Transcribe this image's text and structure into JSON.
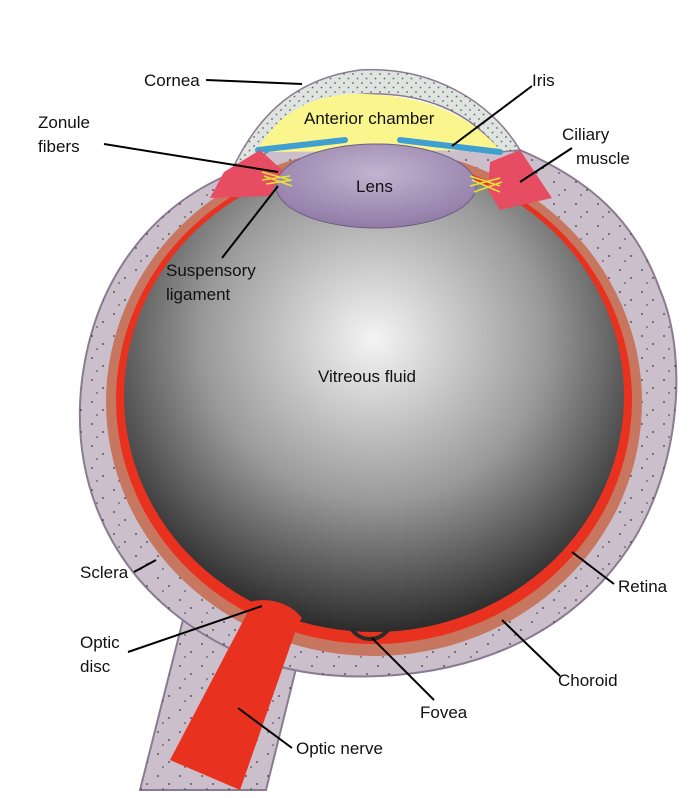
{
  "labels": {
    "cornea": "Cornea",
    "iris": "Iris",
    "zonule_fibers": [
      "Zonule",
      "fibers"
    ],
    "anterior_chamber": "Anterior chamber",
    "ciliary_muscle": [
      "Ciliary",
      "muscle"
    ],
    "lens": "Lens",
    "suspensory_ligament": [
      "Suspensory",
      "ligament"
    ],
    "vitreous_fluid": "Vitreous fluid",
    "sclera": "Sclera",
    "retina": "Retina",
    "optic_disc": [
      "Optic",
      "disc"
    ],
    "choroid": "Choroid",
    "fovea": "Fovea",
    "optic_nerve": "Optic nerve"
  },
  "colors": {
    "sclera": "#cbbfcc",
    "sclera_outline": "#8a7a92",
    "choroid": "#c7765f",
    "retina": "#e8321f",
    "vitreous_center": "#f2f2f2",
    "vitreous_edge": "#2a2a2a",
    "anterior_chamber": "#fbf58d",
    "cornea": "#dfe4e0",
    "iris": "#3f9fd0",
    "lens": "#9a86ae",
    "ciliary_muscle": "#e64d63",
    "zonule_fibers": "#e8e23a"
  }
}
